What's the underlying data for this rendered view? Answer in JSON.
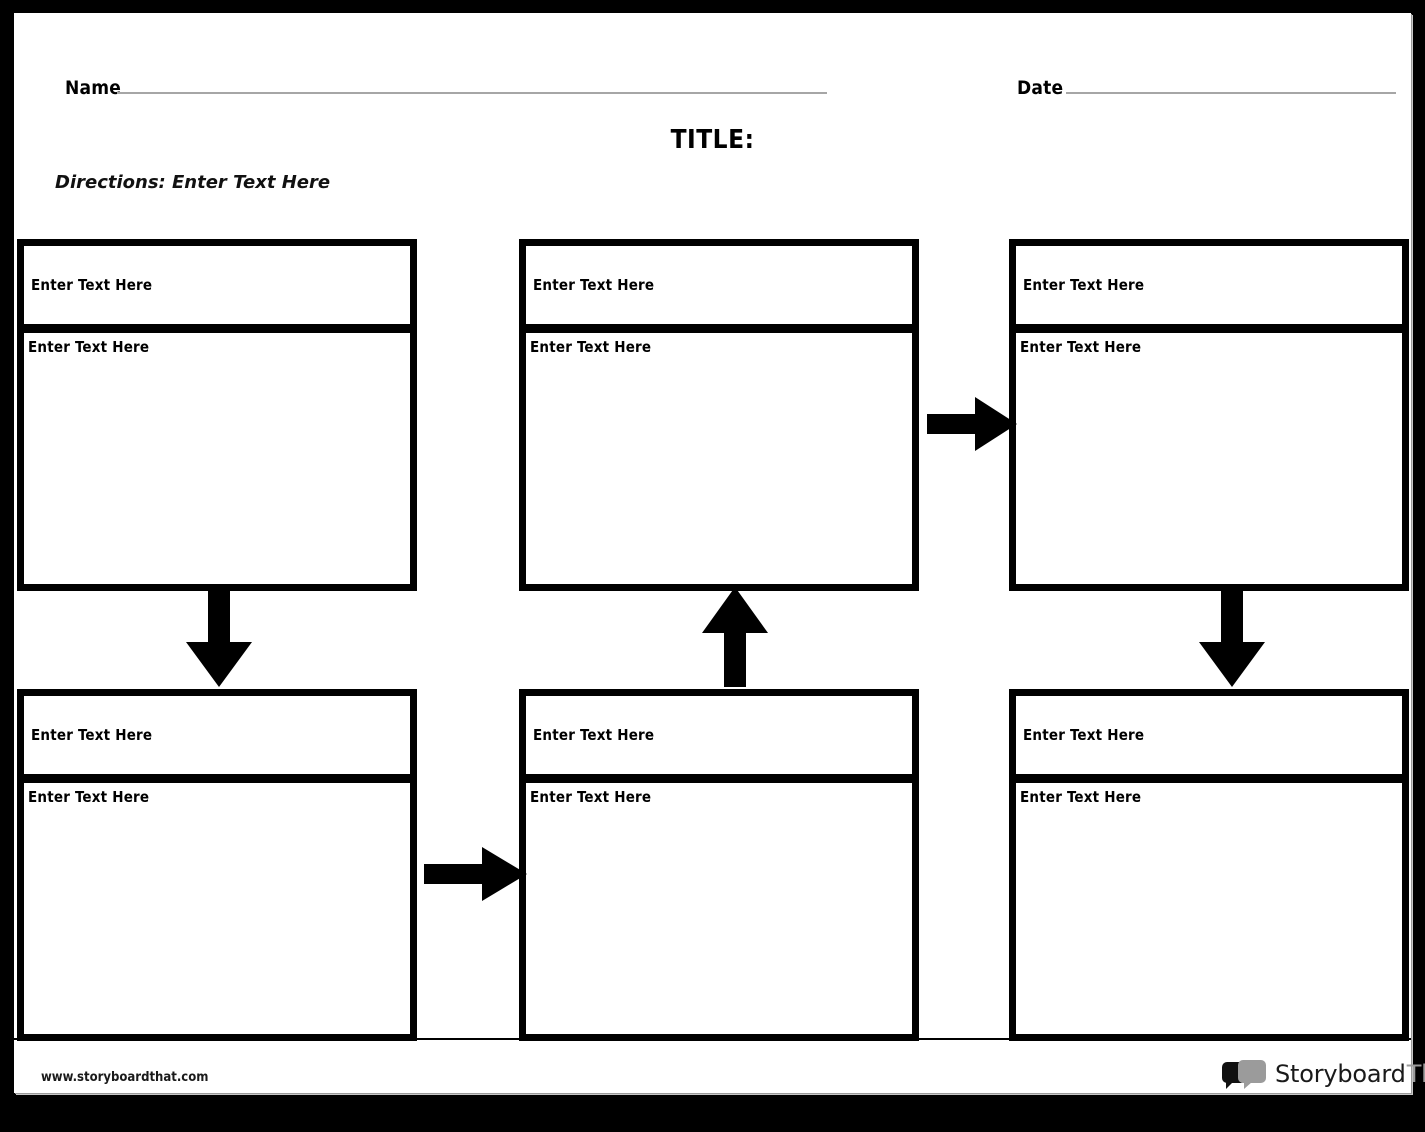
{
  "page": {
    "title": "TITLE:",
    "directions": "Directions: Enter Text Here",
    "name_label": "Name",
    "date_label": "Date",
    "name_value": "",
    "date_value": ""
  },
  "cells": [
    {
      "id": "cell-1",
      "position": "top-left",
      "header": "Enter Text Here",
      "body": "Enter Text Here"
    },
    {
      "id": "cell-2",
      "position": "top-center",
      "header": "Enter Text Here",
      "body": "Enter Text Here"
    },
    {
      "id": "cell-3",
      "position": "top-right",
      "header": "Enter Text Here",
      "body": "Enter Text Here"
    },
    {
      "id": "cell-4",
      "position": "bottom-left",
      "header": "Enter Text Here",
      "body": "Enter Text Here"
    },
    {
      "id": "cell-5",
      "position": "bottom-center",
      "header": "Enter Text Here",
      "body": "Enter Text Here"
    },
    {
      "id": "cell-6",
      "position": "bottom-right",
      "header": "Enter Text Here",
      "body": "Enter Text Here"
    }
  ],
  "arrows": [
    {
      "id": "arrow-right-top",
      "direction": "right",
      "from": "top-center",
      "to": "top-right"
    },
    {
      "id": "arrow-down-right",
      "direction": "down",
      "from": "top-right",
      "to": "bottom-right"
    },
    {
      "id": "arrow-down-left",
      "direction": "down",
      "from": "top-left",
      "to": "bottom-left"
    },
    {
      "id": "arrow-right-bottom",
      "direction": "right",
      "from": "bottom-left",
      "to": "bottom-center"
    },
    {
      "id": "arrow-up-middle",
      "direction": "up",
      "from": "bottom-center",
      "to": "top-center"
    }
  ],
  "footer": {
    "url": "www.storyboardthat.com",
    "brand_primary": "Storyboard",
    "brand_secondary": "That"
  },
  "colors": {
    "ink": "#000000",
    "paper": "#ffffff",
    "frame": "#000000",
    "rule": "#a6a6a6",
    "brand_gray": "#9b9b9b"
  }
}
